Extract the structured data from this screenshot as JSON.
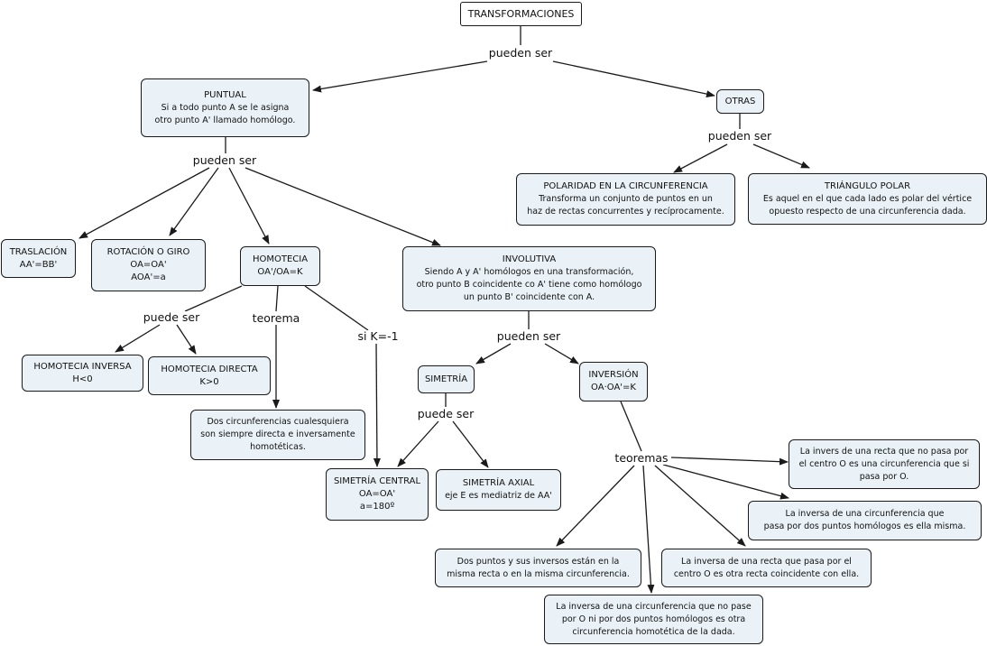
{
  "root": "TRANSFORMACIONES",
  "labels": {
    "root_pueden": "pueden ser",
    "puntual_pueden": "pueden ser",
    "otras_pueden": "pueden ser",
    "homotecia_puede": "puede ser",
    "homotecia_teorema": "teorema",
    "homotecia_sik": "si K=-1",
    "involutiva_pueden": "pueden ser",
    "simetria_puede": "puede ser",
    "inversion_teoremas": "teoremas"
  },
  "nodes": {
    "puntual": [
      "PUNTUAL",
      "Si a todo punto A se le asigna",
      "otro punto A' llamado homólogo."
    ],
    "otras": [
      "OTRAS"
    ],
    "polaridad": [
      "POLARIDAD EN LA CIRCUNFERENCIA",
      "Transforma un conjunto de puntos en un",
      "haz de rectas concurrentes y recíprocamente."
    ],
    "triangulo": [
      "TRIÁNGULO POLAR",
      "Es aquel en el que cada lado es polar del vértice",
      "opuesto respecto de una circunferencia dada."
    ],
    "traslacion": [
      "TRASLACIÓN",
      "AA'=BB'"
    ],
    "rotacion": [
      "ROTACIÓN O GIRO",
      "OA=OA'",
      "AOA'=a"
    ],
    "homotecia": [
      "HOMOTECIA",
      "OA'/OA=K"
    ],
    "involutiva": [
      "INVOLUTIVA",
      "Siendo A y A' homólogos en una transformación,",
      "otro punto B coincidente co A' tiene como homólogo",
      "un punto B' coincidente con A."
    ],
    "hom_inversa": [
      "HOMOTECIA INVERSA",
      "H<0"
    ],
    "hom_directa": [
      "HOMOTECIA DIRECTA",
      "K>0"
    ],
    "dos_circ": [
      "Dos circunferencias cualesquiera",
      "son siempre directa e inversamente",
      "homotéticas."
    ],
    "simetria": [
      "SIMETRÍA"
    ],
    "inversion": [
      "INVERSIÓN",
      "OA·OA'=K"
    ],
    "sim_central": [
      "SIMETRÍA CENTRAL",
      "OA=OA'",
      "a=180º"
    ],
    "sim_axial": [
      "SIMETRÍA AXIAL",
      "eje E es mediatriz de AA'"
    ],
    "t_recta_no": [
      "La invers de una recta que no pasa por",
      "el centro O es una circunferencia que si",
      "pasa por O."
    ],
    "t_circ_hom": [
      "La inversa de una circunferencia que",
      "pasa por dos puntos homólogos es ella misma."
    ],
    "t_dos_puntos": [
      "Dos puntos y sus inversos están en la",
      "misma recta o en la misma circunferencia."
    ],
    "t_recta_si": [
      "La inversa de una recta que pasa por el",
      "centro O es otra recta coincidente con ella."
    ],
    "t_circ_no": [
      "La inversa de una circunferencia que no pase",
      "por O ni por dos puntos homólogos es otra",
      "circunferencia homotética de la dada."
    ]
  },
  "colors": {
    "node_fill": "#eaf2f8",
    "border": "#1a1a1a",
    "line": "#1a1a1a"
  }
}
